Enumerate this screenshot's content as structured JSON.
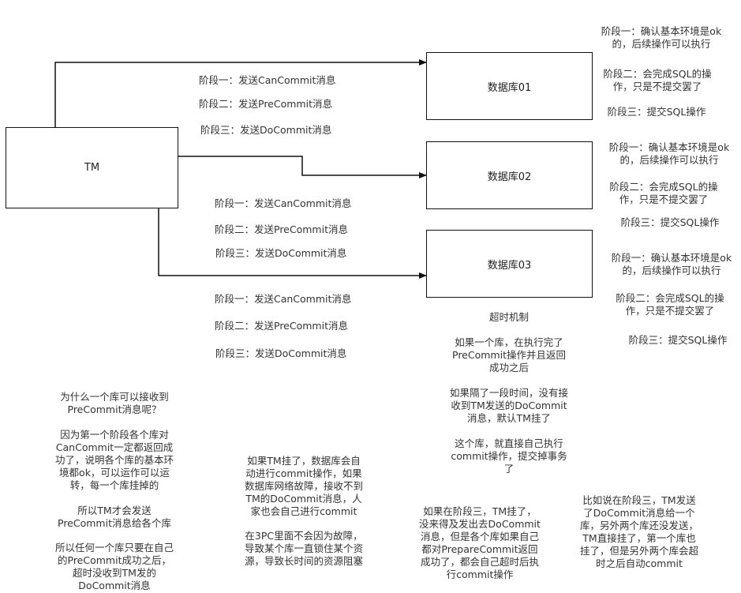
{
  "nodes": {
    "tm": "TM",
    "db1": "数据库01",
    "db2": "数据库02",
    "db3": "数据库03"
  },
  "messages": {
    "top": [
      "阶段一：发送CanCommit消息",
      "阶段二：发送PreCommit消息",
      "阶段三：发送DoCommit消息"
    ],
    "mid": [
      "阶段一：发送CanCommit消息",
      "阶段二：发送PreCommit消息",
      "阶段三：发送DoCommit消息"
    ],
    "bot": [
      "阶段一：发送CanCommit消息",
      "阶段二：发送PreCommit消息",
      "阶段三：发送DoCommit消息"
    ]
  },
  "db_notes": {
    "db1": [
      "阶段一：确认基本环境是ok\n的，后续操作可以执行",
      "阶段二：会完成SQL的操\n作，只是不提交罢了",
      "阶段三：提交SQL操作"
    ],
    "db2": [
      "阶段一：确认基本环境是ok\n的，后续操作可以执行",
      "阶段二：会完成SQL的操\n作，只是不提交罢了",
      "阶段三：提交SQL操作"
    ],
    "db3": [
      "阶段一：确认基本环境是ok\n的，后续操作可以执行",
      "阶段二：会完成SQL的操\n作，只是不提交罢了",
      "阶段三：提交SQL操作"
    ]
  },
  "timeout": {
    "title": "超时机制",
    "p1": "如果一个库，在执行完了\nPreCommit操作并且返回\n成功之后",
    "p2": "如果隔了一段时间，没有接\n收到TM发送的DoCommit\n消息，默认TM挂了",
    "p3": "这个库，就直接自己执行\ncommit操作，提交掉事务\n了"
  },
  "why": {
    "q": "为什么一个库可以接收到\nPreCommit消息呢？",
    "a1": "因为第一个阶段各个库对\nCanCommit一定都返回成\n功了，说明各个库的基本环\n境都ok，可以运作可以运\n转，每一个库挂掉的",
    "a2": "所以TM才会发送\nPreCommit消息给各个库",
    "a3": "所以任何一个库只要在自己\n的PreCommit成功之后，\n超时没收到TM发的\nDoCommit消息"
  },
  "tm_down": {
    "p1": "如果TM挂了，数据库会自\n动进行commit操作，如果\n数据库网络故障，接收不到\nTM的DoCommit消息，人\n家也会自己进行commit",
    "p2": "在3PC里面不会因为故障，\n导致某个库一直锁住某个资\n源，导致长时间的资源阻塞"
  },
  "stage3": "如果在阶段三，TM挂了，\n没来得及发出去DoCommit\n消息，但是各个库如果自己\n都对PrepareCommit返回\n成功了，都会自己超时后执\n行commit操作",
  "example": "比如说在阶段三，TM发送\n了DoCommit消息给一个\n库，另外两个库还没发送，\nTM直接挂了，第一个库也\n挂了，但是另外两个库会超\n时之后自动commit"
}
